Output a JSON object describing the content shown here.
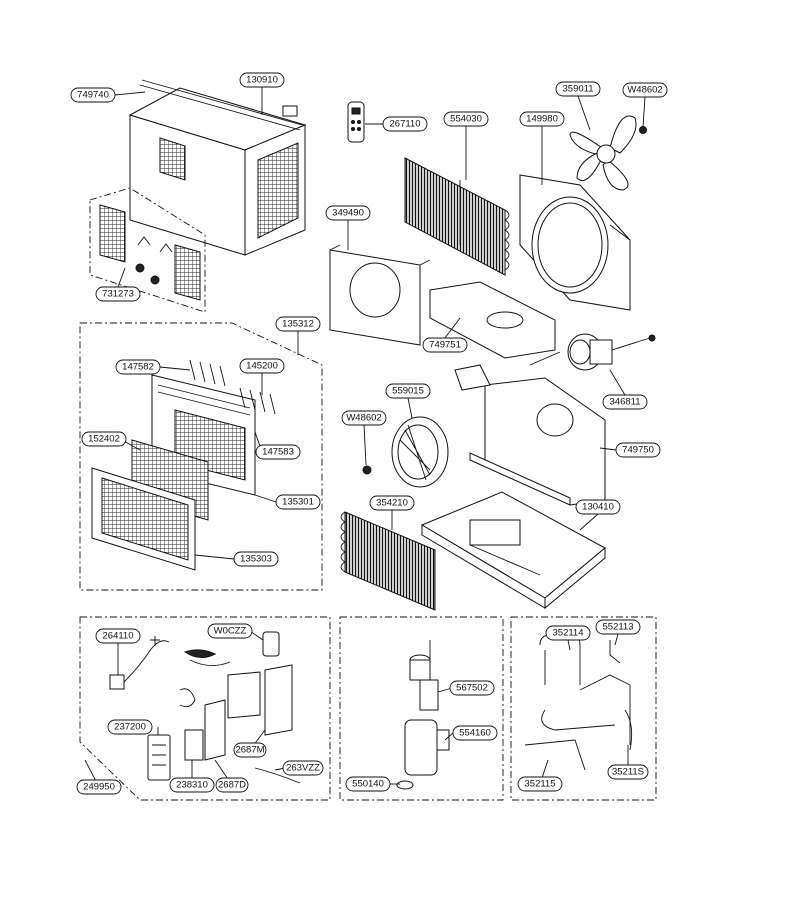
{
  "labels": {
    "l749740": "749740",
    "l130910": "130910",
    "l267110": "267110",
    "l554030": "554030",
    "l149980": "149980",
    "l359011": "359011",
    "lW48602a": "W48602",
    "l349490": "349490",
    "l731273": "731273",
    "l135312": "135312",
    "l749751": "749751",
    "l147582": "147582",
    "l145200": "145200",
    "l346811": "346811",
    "l559015": "559015",
    "lW48602b": "W48602",
    "l152402": "152402",
    "l147583": "147583",
    "l749750": "749750",
    "l135301": "135301",
    "l354210": "354210",
    "l130410": "130410",
    "l135303": "135303",
    "l264110": "264110",
    "lW0CZZ": "W0CZZ",
    "l237200": "237200",
    "l2687M": "2687M",
    "l263VZZ": "263VZZ",
    "l238310": "238310",
    "l2687D": "2687D",
    "l249950": "249950",
    "l567502": "567502",
    "l554160": "554160",
    "l550140": "550140",
    "l352114": "352114",
    "l552113": "552113",
    "l35211S": "35211S",
    "l352115": "352115"
  }
}
